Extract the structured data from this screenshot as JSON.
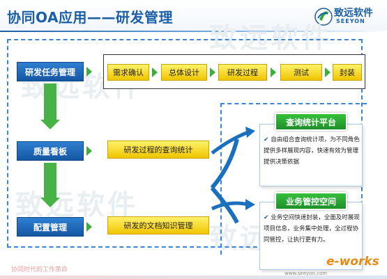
{
  "title": "协同OA应用——研发管理",
  "logo": {
    "name": "致远软件",
    "sub": "SEEYON"
  },
  "watermark": "致远软件",
  "stages": [
    {
      "label": "研发任务管理"
    },
    {
      "label": "质量看板"
    },
    {
      "label": "配置管理"
    }
  ],
  "process_steps": [
    "需求确认",
    "总体设计",
    "研发过程",
    "测试",
    "封装"
  ],
  "quality_item": "研发过程的查询统计",
  "config_item": "研发的文档知识管理",
  "panels": [
    {
      "title": "查询统计平台",
      "text": "自由组合查询统计项，为不同角色提供多样展现内容，快速有效为管理提供决策依据"
    },
    {
      "title": "业务管控空间",
      "text": "业务空间快速封装，全面及时展现项目信息，业务集中处理，全过程协同管控，让执行更有力。"
    }
  ],
  "footer": {
    "slogan": "协同时代的工作革命",
    "url": "www.seeyon.com",
    "brand": "e-works"
  },
  "colors": {
    "blue": "#1a5fa8",
    "green": "#2ea83a",
    "yellow": "#f5d31a"
  }
}
